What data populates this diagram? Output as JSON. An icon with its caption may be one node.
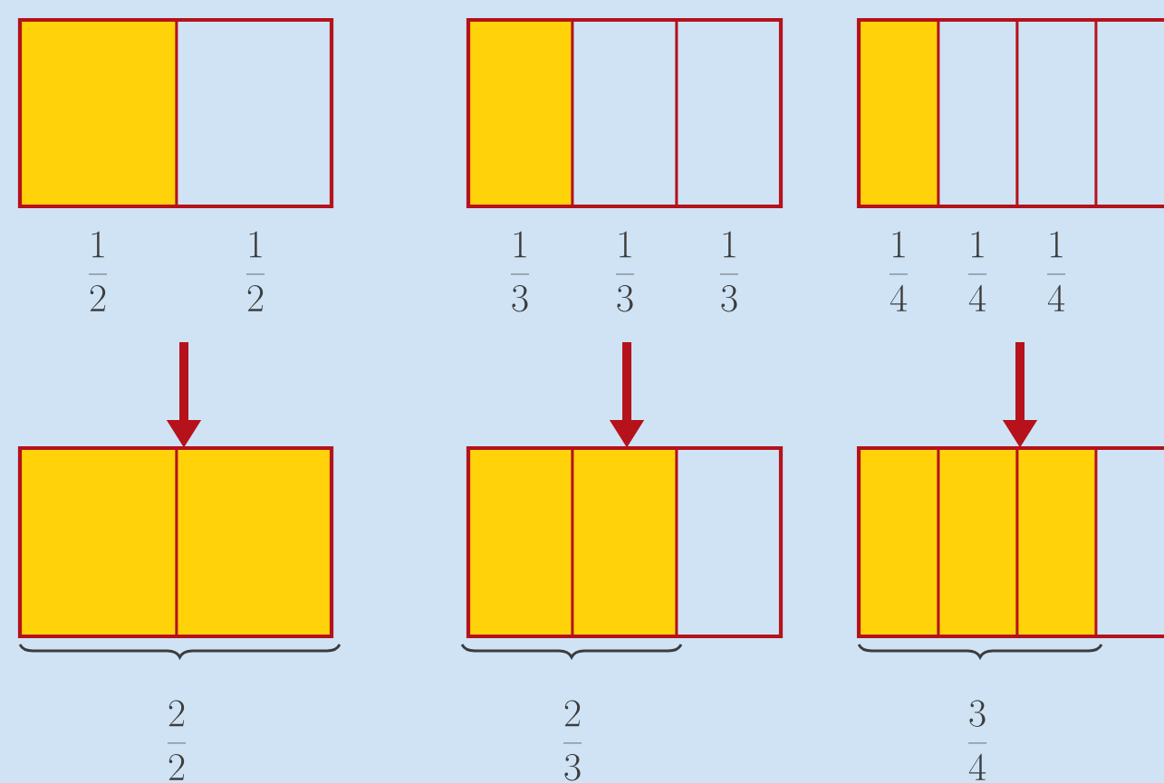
{
  "diagram": {
    "nodes": [
      {
        "text": [],
        "shape": "bar"
      },
      {
        "text": [],
        "shape": "box",
        "in": 0
      },
      {
        "text": [],
        "shape": "box",
        "in": 0
      },
      {
        "text": [],
        "shape": "bar"
      },
      {
        "text": [],
        "shape": "box",
        "in": 3
      },
      {
        "text": [],
        "shape": "box",
        "in": 3
      },
      {
        "text": [],
        "shape": "box",
        "in": 3
      },
      {
        "text": [],
        "shape": "bar"
      },
      {
        "text": [],
        "shape": "box",
        "in": 7
      },
      {
        "text": [],
        "shape": "box",
        "in": 7
      },
      {
        "text": [],
        "shape": "box",
        "in": 7
      },
      {
        "text": [],
        "shape": "box",
        "in": 7
      },
      {
        "text": [],
        "shape": "bar"
      },
      {
        "text": [],
        "shape": "box",
        "in": 12
      },
      {
        "text": [],
        "shape": "box",
        "in": 12
      },
      {
        "text": [],
        "shape": "bar"
      },
      {
        "text": [],
        "shape": "box",
        "in": 15
      },
      {
        "text": [],
        "shape": "box",
        "in": 15
      },
      {
        "text": [],
        "shape": "box",
        "in": 15
      },
      {
        "text": [],
        "shape": "bar"
      },
      {
        "text": [],
        "shape": "box",
        "in": 19
      },
      {
        "text": [],
        "shape": "box",
        "in": 19
      },
      {
        "text": [],
        "shape": "box",
        "in": 19
      },
      {
        "text": [],
        "shape": "box",
        "in": 19
      }
    ],
    "edges": [
      {
        "from": null,
        "to": 12,
        "arrow": "to"
      },
      {
        "from": null,
        "to": 15,
        "arrow": "to"
      },
      {
        "from": null,
        "to": 19,
        "arrow": "to"
      }
    ],
    "labels": [
      "\\frac{1}{2}",
      "\\frac{1}{2}",
      "\\frac{1}{3}",
      "\\frac{1}{3}",
      "\\frac{1}{3}",
      "\\frac{1}{4}",
      "\\frac{1}{4}",
      "\\frac{1}{4}",
      "\\frac{2}{2}",
      "\\frac{2}{3}",
      "\\frac{3}{4}"
    ]
  }
}
